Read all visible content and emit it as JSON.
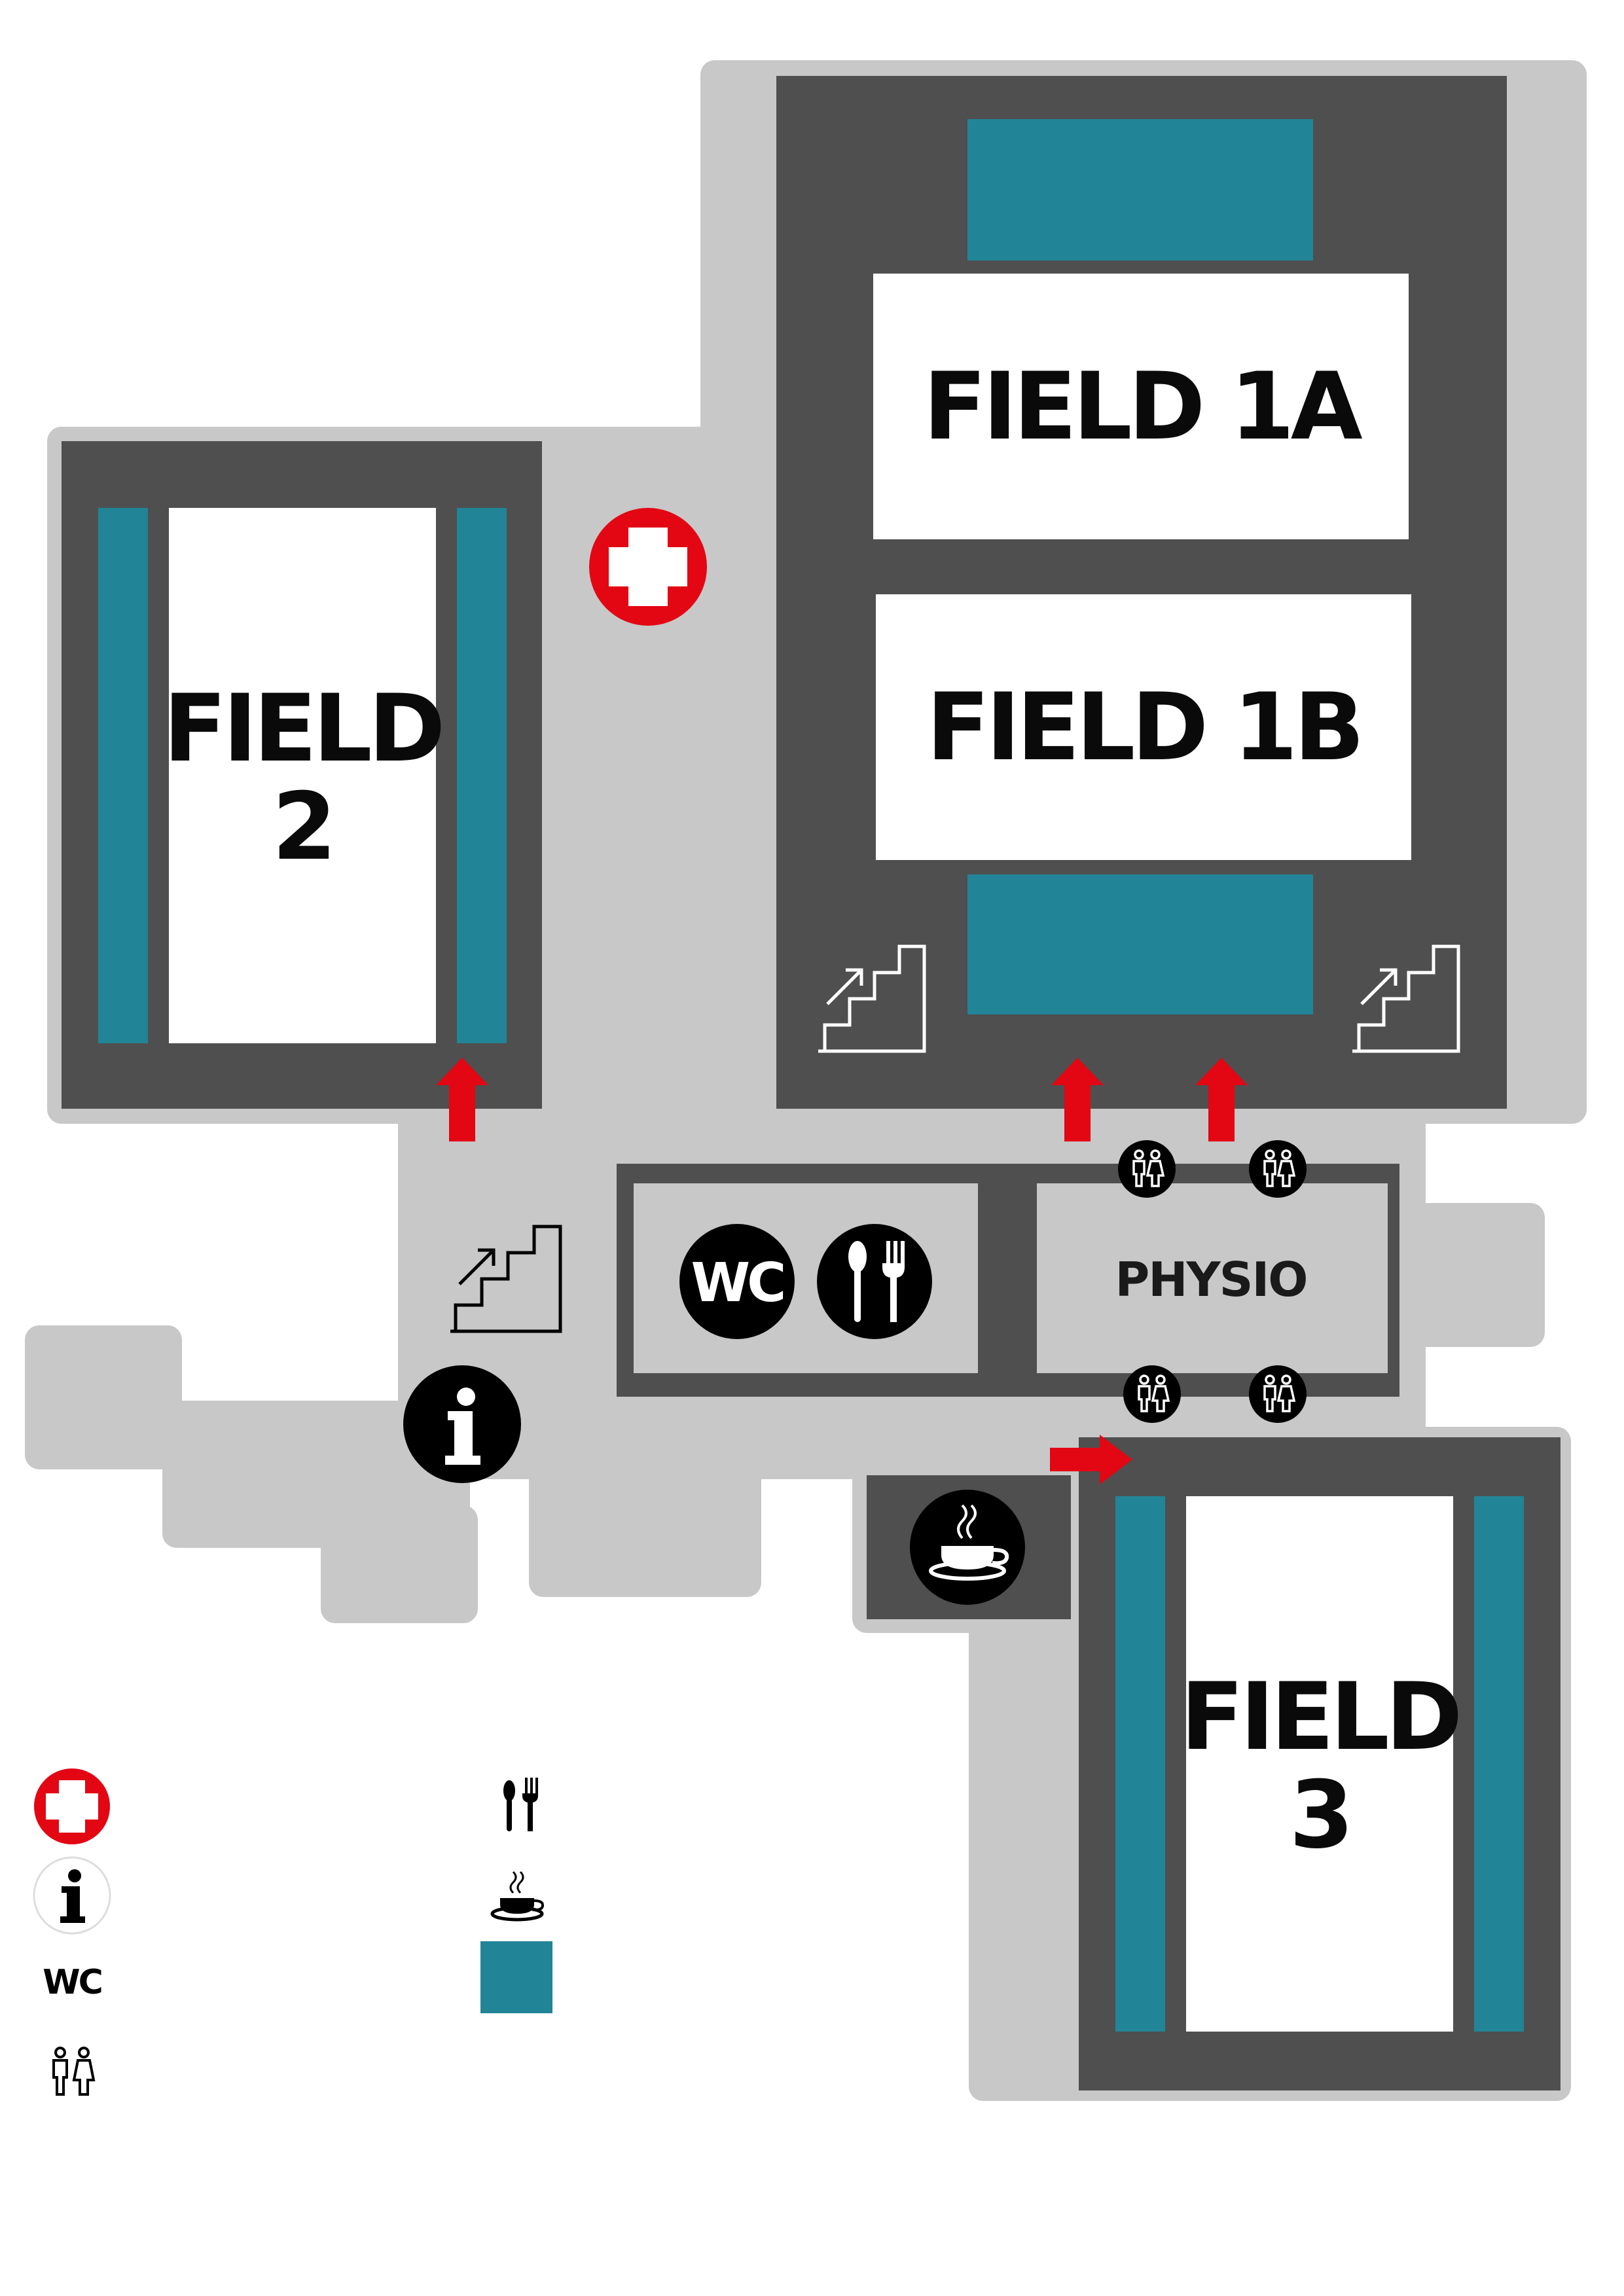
{
  "fields": {
    "field_1a": "FIELD 1A",
    "field_1b": "FIELD 1B",
    "field_2": [
      "FIELD",
      "2"
    ],
    "field_3": [
      "FIELD",
      "3"
    ]
  },
  "rooms": {
    "physio": "PHYSIO",
    "wc": "WC"
  },
  "legend": {
    "wc": "WC"
  },
  "icons": [
    "first-aid-icon",
    "information-icon",
    "wc-icon",
    "restroom-icon",
    "restaurant-icon",
    "cafe-icon",
    "stairs-icon",
    "entrance-arrow-icon",
    "spectator-area-swatch"
  ],
  "colors": {
    "outer_area": "#c8c8c8",
    "building": "#4f4f4f",
    "field": "#ffffff",
    "spectator": "#228497",
    "arrow": "#e30613",
    "first_aid": "#e30613",
    "icon_circle": "#000000"
  }
}
